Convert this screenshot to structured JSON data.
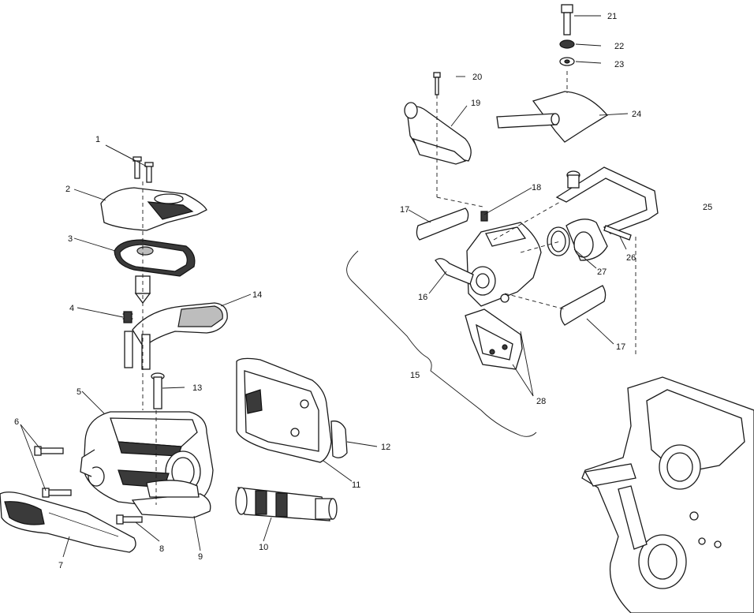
{
  "callouts": {
    "c1": "1",
    "c2": "2",
    "c3": "3",
    "c4": "4",
    "c5": "5",
    "c6": "6",
    "c7": "7",
    "c8": "8",
    "c9": "9",
    "c10": "10",
    "c11": "11",
    "c12": "12",
    "c13": "13",
    "c14": "14",
    "c15": "15",
    "c16": "16",
    "c17a": "17",
    "c17b": "17",
    "c18": "18",
    "c19": "19",
    "c20": "20",
    "c21": "21",
    "c22": "22",
    "c23": "23",
    "c24": "24",
    "c25": "25",
    "c26": "26",
    "c27": "27",
    "c28": "28"
  }
}
